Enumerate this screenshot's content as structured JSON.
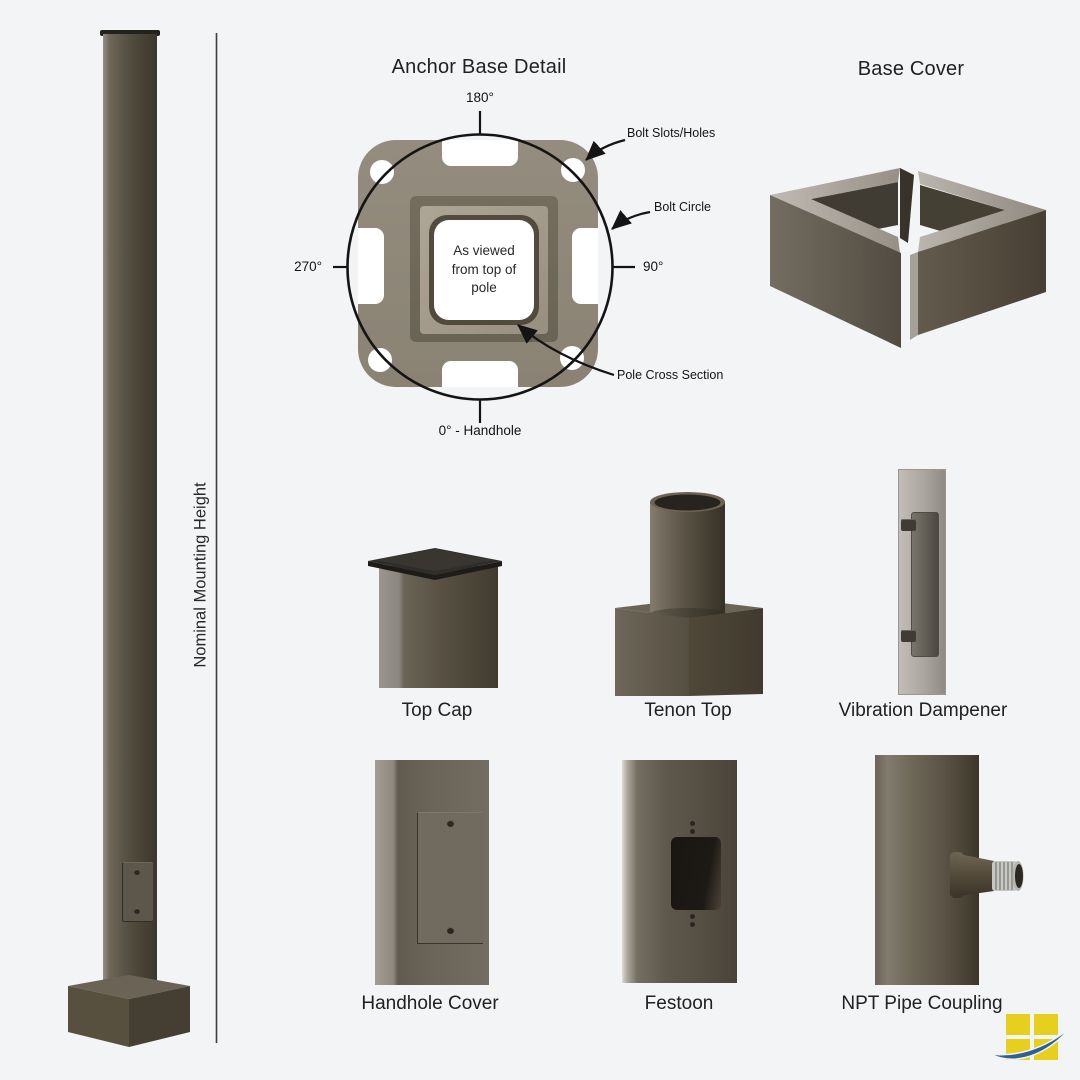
{
  "background_color": "#f3f4f5",
  "pole_figure": {
    "dimension_label": "Nominal Mounting Height"
  },
  "anchor_base": {
    "title": "Anchor Base Detail",
    "center_note": "As viewed from top of pole",
    "angles": {
      "top": "180°",
      "left": "270°",
      "right": "90°",
      "bottom": "0° - Handhole"
    },
    "callouts": {
      "bolt_slots": "Bolt Slots/Holes",
      "bolt_circle": "Bolt Circle",
      "pole_cross_section": "Pole Cross Section"
    }
  },
  "base_cover": {
    "title": "Base Cover"
  },
  "parts": {
    "top_cap": "Top Cap",
    "tenon_top": "Tenon Top",
    "vibration_dampener": "Vibration Dampener",
    "handhole_cover": "Handhole Cover",
    "festoon": "Festoon",
    "npt_pipe_coupling": "NPT Pipe Coupling"
  },
  "colors": {
    "pole_bronze": "#5a5347",
    "plate_gray": "#8d8577",
    "line_black": "#141414",
    "logo_yellow": "#e7cf1e",
    "logo_blue": "#2d6293"
  }
}
